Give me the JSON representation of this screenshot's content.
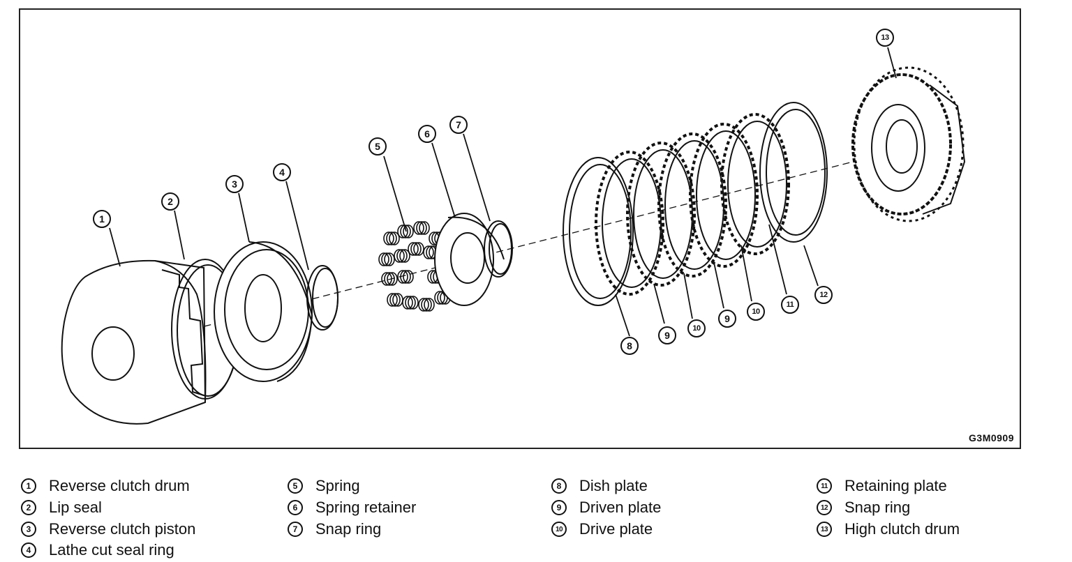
{
  "figure_code": "G3M0909",
  "callouts": {
    "c1": "1",
    "c2": "2",
    "c3": "3",
    "c4": "4",
    "c5": "5",
    "c6": "6",
    "c7": "7",
    "c8": "8",
    "c9a": "9",
    "c10a": "10",
    "c9b": "9",
    "c10b": "10",
    "c11": "11",
    "c12": "12",
    "c13": "13"
  },
  "legend": [
    {
      "num": "1",
      "label": "Reverse clutch drum"
    },
    {
      "num": "2",
      "label": "Lip seal"
    },
    {
      "num": "3",
      "label": "Reverse clutch piston"
    },
    {
      "num": "4",
      "label": "Lathe cut seal ring"
    },
    {
      "num": "5",
      "label": "Spring"
    },
    {
      "num": "6",
      "label": "Spring retainer"
    },
    {
      "num": "7",
      "label": "Snap ring"
    },
    {
      "num": "8",
      "label": "Dish plate"
    },
    {
      "num": "9",
      "label": "Driven plate"
    },
    {
      "num": "10",
      "label": "Drive plate"
    },
    {
      "num": "11",
      "label": "Retaining plate"
    },
    {
      "num": "12",
      "label": "Snap ring"
    },
    {
      "num": "13",
      "label": "High clutch drum"
    }
  ]
}
